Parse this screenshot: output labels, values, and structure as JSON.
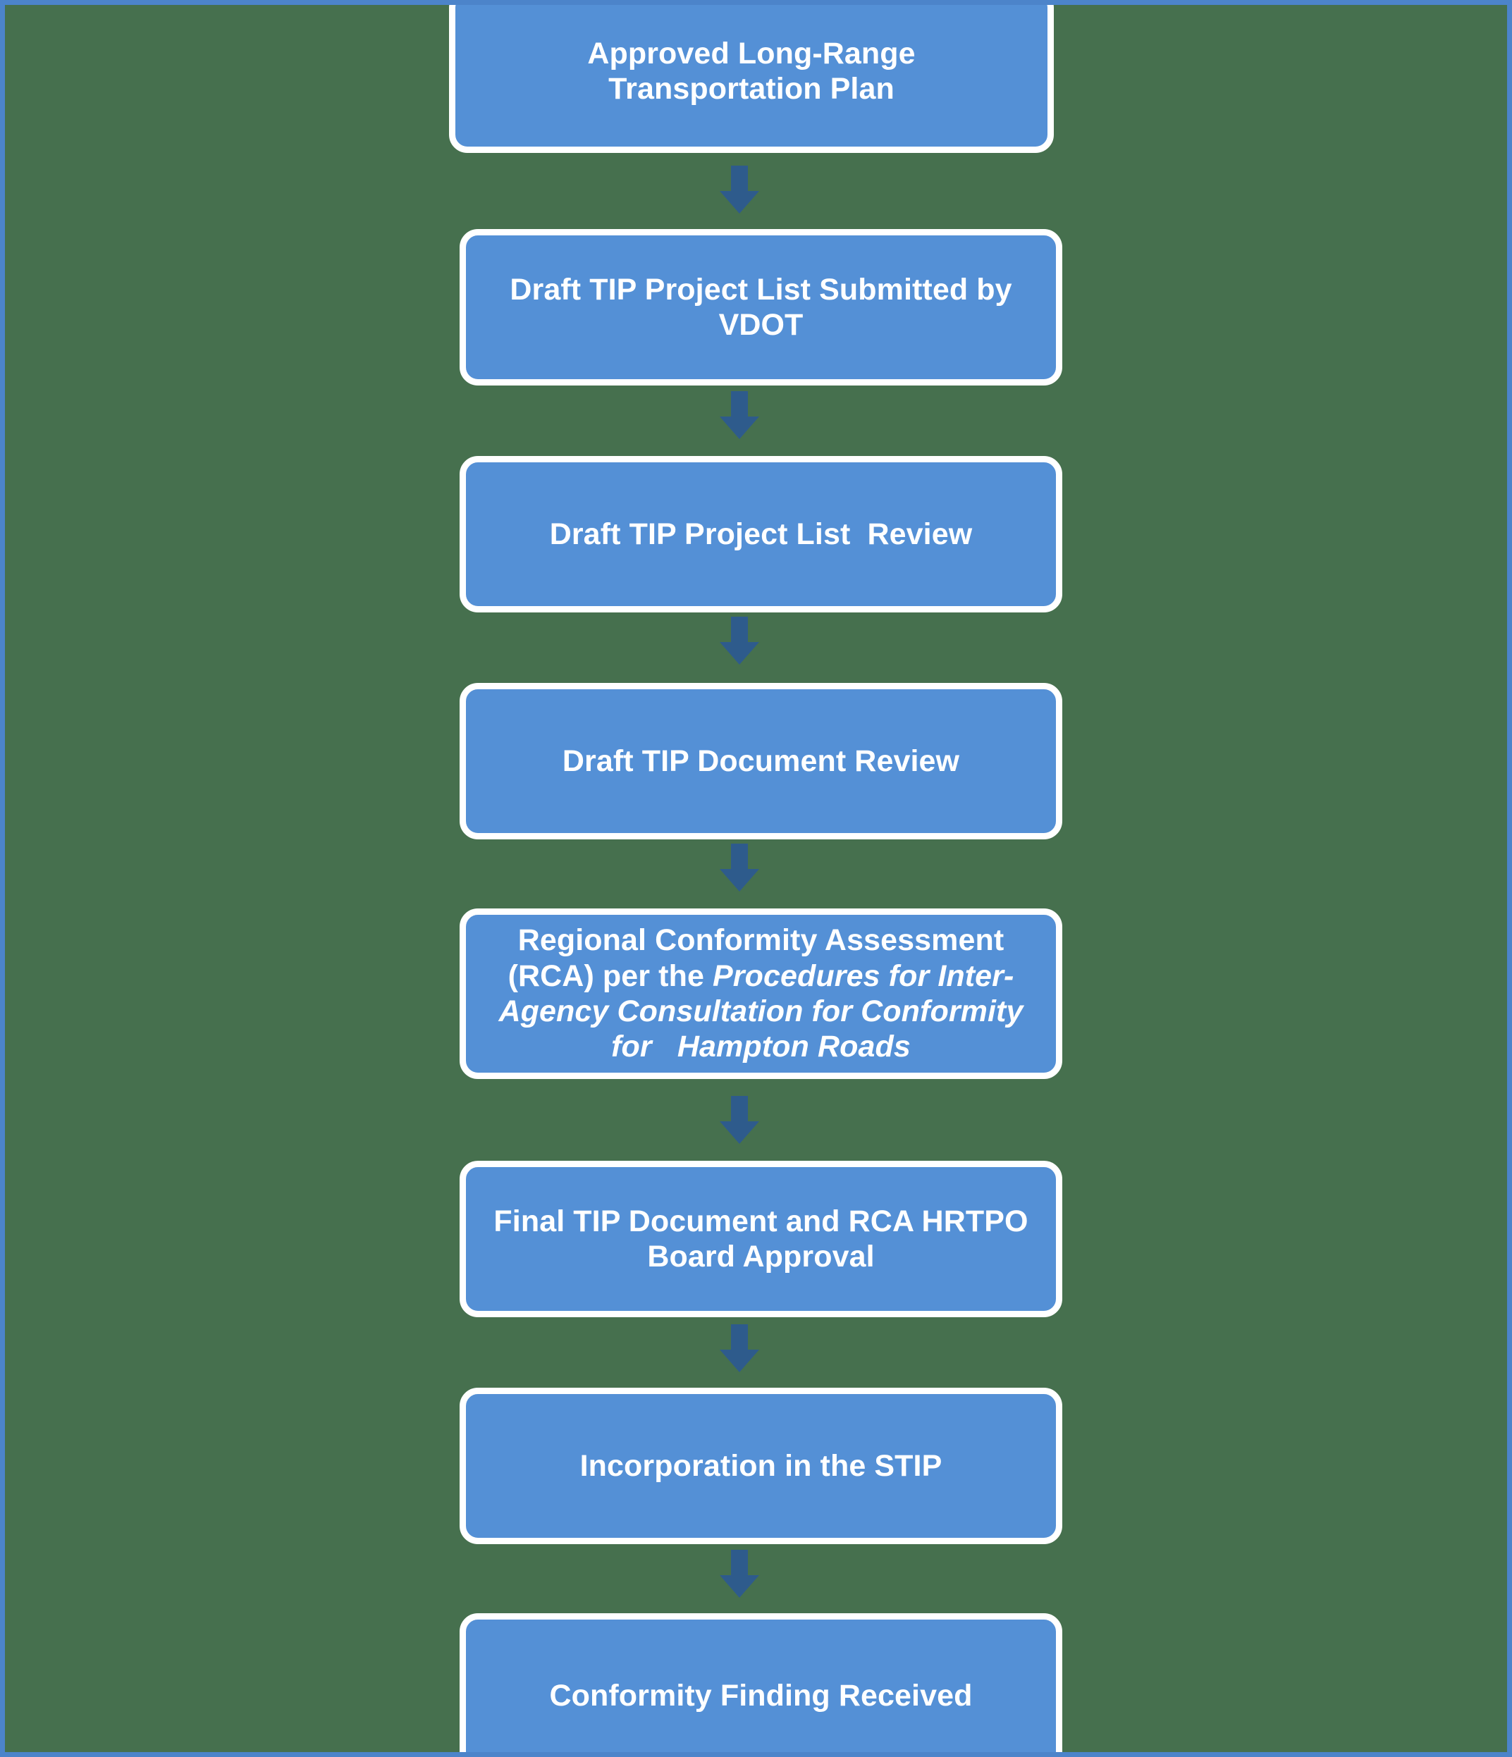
{
  "diagram": {
    "title": "TIP Development Process Flowchart",
    "background_color": "#46704E",
    "border_color": "#4C84CA",
    "node_fill": "#5490D6",
    "node_border": "#FFFFFF",
    "node_text_color": "#FFFFFF",
    "arrow_color": "#2E5B8C",
    "orientation": "vertical",
    "nodes": [
      {
        "id": "n0",
        "label": "Approved Long-Range\nTransportation Plan"
      },
      {
        "id": "n1",
        "label": "Draft TIP Project List Submitted by\nVDOT"
      },
      {
        "id": "n2",
        "label": "Draft TIP Project List  Review"
      },
      {
        "id": "n3",
        "label": "Draft TIP Document Review"
      },
      {
        "id": "n4",
        "label_plain": "Regional Conformity Assessment (RCA) per the ",
        "label_italic": "Procedures for Inter-Agency Consultation for Conformity for   Hampton Roads"
      },
      {
        "id": "n5",
        "label": "Final TIP Document and RCA HRTPO\nBoard Approval"
      },
      {
        "id": "n6",
        "label": "Incorporation in the STIP"
      },
      {
        "id": "n7",
        "label": "Conformity Finding Received"
      }
    ],
    "arrows": [
      {
        "id": "a0",
        "from": "n0",
        "to": "n1",
        "direction": "down"
      },
      {
        "id": "a1",
        "from": "n1",
        "to": "n2",
        "direction": "down"
      },
      {
        "id": "a2",
        "from": "n2",
        "to": "n3",
        "direction": "down"
      },
      {
        "id": "a3",
        "from": "n3",
        "to": "n4",
        "direction": "down"
      },
      {
        "id": "a4",
        "from": "n4",
        "to": "n5",
        "direction": "down"
      },
      {
        "id": "a5",
        "from": "n5",
        "to": "n6",
        "direction": "down"
      },
      {
        "id": "a6",
        "from": "n6",
        "to": "n7",
        "direction": "down"
      }
    ]
  }
}
